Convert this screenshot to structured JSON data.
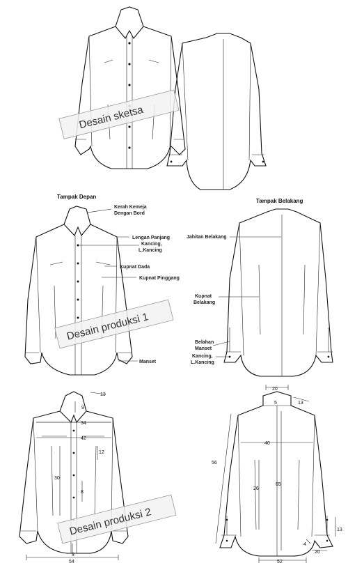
{
  "stamps": {
    "sketch": "Desain sketsa",
    "production1": "Desain produksi 1",
    "production2": "Desain produksi 2"
  },
  "views": {
    "front": "Tampak Depan",
    "back": "Tampak Belakang"
  },
  "callouts": {
    "collar_line1": "Kerah Kemeja",
    "collar_line2": "Dengan Bord",
    "long_sleeve": "Lengan Panjang",
    "button_line1": "Kancing,",
    "button_line2": "L.Kancing",
    "bust_dart": "Kupnat Dada",
    "waist_dart": "Kupnat Pinggang",
    "cuff": "Manset",
    "back_seam": "Jahitan Belakang",
    "back_dart_line1": "Kupnat",
    "back_dart_line2": "Belakang",
    "placket_line1": "Belahan",
    "placket_line2": "Manset",
    "back_button_line1": "Kancing,",
    "back_button_line2": "L.Kancing"
  },
  "front_measurements": {
    "collar_width": "13",
    "collar_stand": "9",
    "shoulder": "34",
    "chest_yoke": "42",
    "dart_length": "12",
    "front_length": "30",
    "button_spacing": "8",
    "hem_gap": "3",
    "hem_width": "54"
  },
  "back_measurements": {
    "collar_top": "20",
    "collar_height": "5",
    "collar_side": "13",
    "back_width": "40",
    "sleeve_length": "56",
    "back_dart": "26",
    "back_length": "65",
    "cuff_height": "13",
    "cuff_width": "20",
    "placket": "4",
    "hem_width": "52"
  }
}
